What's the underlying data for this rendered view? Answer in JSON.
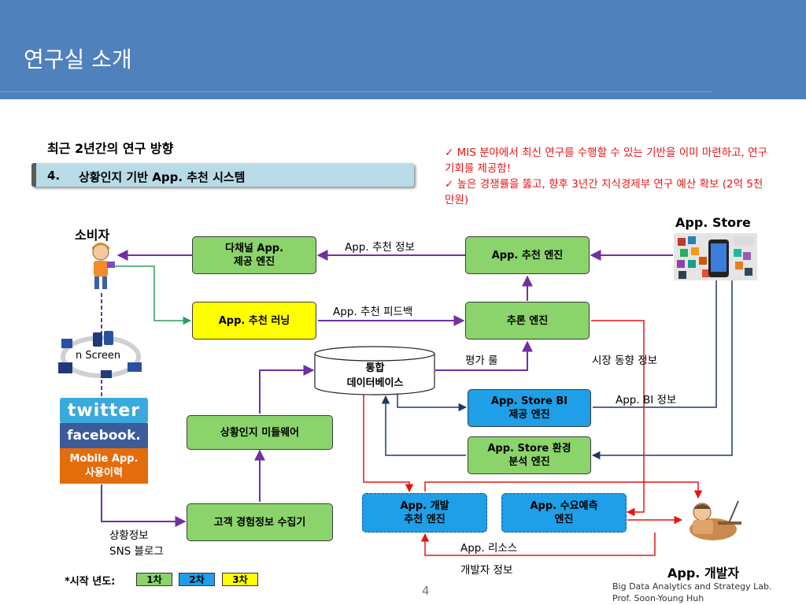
{
  "header": {
    "title": "연구실 소개"
  },
  "subheading": "최근 2년간의 연구 방향",
  "section": {
    "number": "4.",
    "label": "상황인지 기반 App. 추천 시스템"
  },
  "notes": [
    "✓ MIS 분야에서 최신 연구를 수행할 수 있는 기반을 이미 마련하고, 연구기회를 제공함!",
    "✓ 높은 경쟁률을 뚫고, 향후 3년간 지식경제부 연구 예산 확보 (2억 5천 만원)"
  ],
  "actors": {
    "consumer": "소비자",
    "app_store": "App. Store",
    "app_developer": "App. 개발자"
  },
  "boxes": {
    "multichannel": "다채널 App.\n제공 엔진",
    "recommend_engine": "App. 추천 엔진",
    "recommend_learning": "App. 추천 러닝",
    "inference_engine": "추론 엔진",
    "integrated_db": "통합\n데이터베이스",
    "store_bi": "App. Store BI\n제공 엔진",
    "store_env": "App. Store 환경\n분석 엔진",
    "middleware": "상황인지 미들웨어",
    "collector": "고객 경험정보 수집기",
    "dev_recommend": "App. 개발\n추천 엔진",
    "demand_forecast": "App. 수요예측\n엔진"
  },
  "flow_labels": {
    "rec_info": "App. 추천 정보",
    "rec_feedback": "App. 추천 피드백",
    "eval_rules": "평가 룰",
    "market_trend": "시장 동향 정보",
    "bi_info": "App. BI 정보",
    "resource": "App. 리소스",
    "dev_info": "개발자 정보",
    "context": "상황정보",
    "sns": "SNS 블로그",
    "n_screen": "n Screen"
  },
  "sources": {
    "twitter": "twitter",
    "facebook": "facebook.",
    "mobile_app": "Mobile App.\n사용이력"
  },
  "legend": {
    "title": "*시작 년도:",
    "items": [
      {
        "label": "1차",
        "color": "#8bd46b"
      },
      {
        "label": "2차",
        "color": "#1e9fe7"
      },
      {
        "label": "3차",
        "color": "#ffff00"
      }
    ]
  },
  "footer": {
    "line1": "Big Data Analytics and Strategy Lab.",
    "line2": "Prof. Soon-Young Huh",
    "page": "4"
  },
  "colors": {
    "header": "#4f81bd",
    "green": "#8bd46b",
    "blue": "#1e9fe7",
    "yellow": "#ffff00",
    "purple_arrow": "#7030a0",
    "red_arrow": "#e81414",
    "navy_arrow": "#1f3864",
    "green_arrow": "#2e9e5b"
  }
}
